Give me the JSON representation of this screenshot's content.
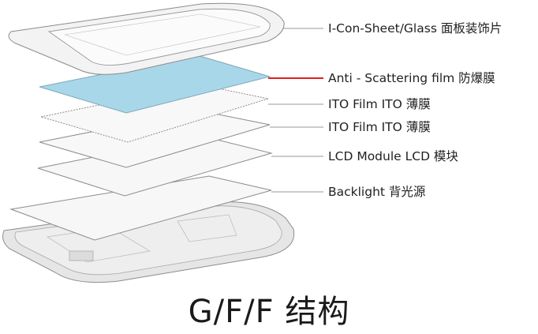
{
  "title": "G/F/F 结构",
  "layers": [
    {
      "label": "I-Con-Sheet/Glass 面板装饰片"
    },
    {
      "label": "Anti - Scattering film 防爆膜"
    },
    {
      "label": "ITO Film  ITO 薄膜"
    },
    {
      "label": "ITO Film  ITO 薄膜"
    },
    {
      "label": "LCD Module LCD 模块"
    },
    {
      "label": "Backlight 背光源"
    }
  ],
  "colors": {
    "anti_scatter_fill": "#a9d7ea",
    "highlight_leader": "#e02020",
    "leader": "#9a9a9a",
    "outline": "#8c8c8c"
  }
}
